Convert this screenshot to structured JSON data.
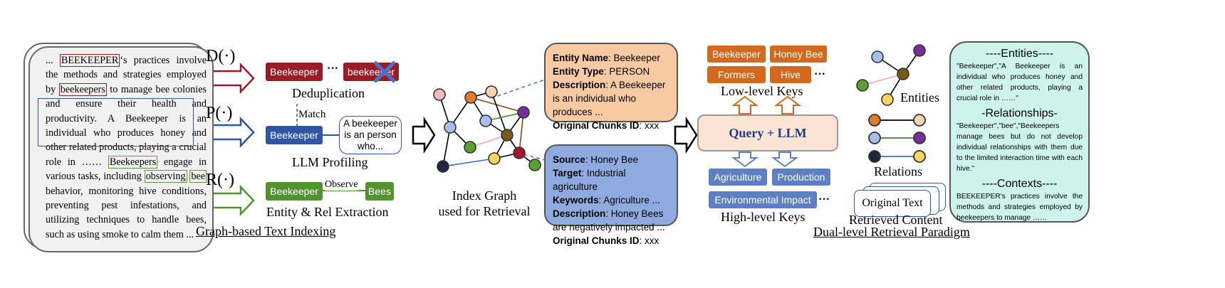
{
  "indexing": {
    "document": {
      "line1_pre": "...",
      "line1_entity": "BEEKEEPER",
      "line1_post": "‘s practices involve the methods and strategies employed by",
      "entity2": "beekeepers",
      "line3": "to manage bee colonies and ensure their health and productivity. A Beekeeper is an individual who produces honey and other related products, playing a crucial role in ……",
      "entity3": "Beekeepers",
      "mid1": "engage in various tasks, including",
      "entity4": "observing",
      "entity5": "bee",
      "tail": "behavior, monitoring hive conditions, preventing pest infestations, and utilizing techniques to handle bees, such as using smoke to calm them ..."
    },
    "dedup": {
      "op": "D(·)",
      "tag1": "Beekeeper",
      "ellipsis": "···",
      "tag2": "beekeeper",
      "label": "Deduplication",
      "match": "Match"
    },
    "profile": {
      "op": "P(·)",
      "tag": "Beekeeper",
      "bubble": "A beekeeper is an person who...",
      "label": "LLM Profiling"
    },
    "extract": {
      "op": "R(·)",
      "tag1": "Beekeeper",
      "rel": "Observe",
      "tag2": "Bees",
      "label": "Entity & Rel Extraction"
    },
    "section_title": "Graph-based Text Indexing"
  },
  "index_graph": {
    "label_line1": "Index Graph",
    "label_line2": "used for Retrieval"
  },
  "entity_card": {
    "name_key": "Entity Name",
    "name_val": "Beekeeper",
    "type_key": "Entity Type",
    "type_val": "PERSON",
    "desc_key": "Description",
    "desc_val": "A Beekeeper is an individual who produces ...",
    "chunk_key": "Original Chunks ID",
    "chunk_val": "xxx"
  },
  "relation_card": {
    "source_key": "Source",
    "source_val": "Honey Bee",
    "target_key": "Target",
    "target_val": "Industrial agriculture",
    "keywords_key": "Keywords",
    "keywords_val": "Agriculture ...",
    "desc_key": "Description",
    "desc_val": "Honey Bees are negatively impacted ...",
    "chunk_key": "Original Chunks ID",
    "chunk_val": "xxx"
  },
  "retrieval": {
    "low_keys": [
      "Beekeeper",
      "Honey Bee",
      "Formers",
      "Hive"
    ],
    "low_label": "Low-level Keys",
    "query": "Query + LLM",
    "high_keys": [
      "Agriculture",
      "Production",
      "Environmental Impact"
    ],
    "high_label": "High-level Keys",
    "ellipsis": "···",
    "entities_label": "Entities",
    "relations_label": "Relations",
    "original_text": "Original Text",
    "retrieved_label": "Retrieved Content",
    "section_title": "Dual-level Retrieval Paradigm"
  },
  "context": {
    "entities_head": "----Entities----",
    "entities_text": "\"Beekeeper\",\"A Beekeeper is an individual who produces honey and other related products, playing a crucial role in ……\"",
    "relationships_head": "-Relationships-",
    "relationships_text": "\"Beekeeper\",\"bee\",\"Beekeepers manage bees but do not develop individual relationships with them due to the limited interaction time with each hive.\"",
    "contexts_head": "----Contexts----",
    "contexts_text": "BEEKEEPER's practices involve the methods and strategies employed by beekeepers to manage ……"
  },
  "colors": {
    "dedup_red": "#9b1c26",
    "profile_blue": "#2f56a3",
    "extract_green": "#52922f",
    "entity_card_bg": "#f8caa3",
    "relation_card_bg": "#8eaadf",
    "low_key_orange": "#d4681c",
    "high_key_blue": "#5f7fc3",
    "query_bg": "#fbe4d3",
    "context_bg": "#cdf3ec"
  }
}
